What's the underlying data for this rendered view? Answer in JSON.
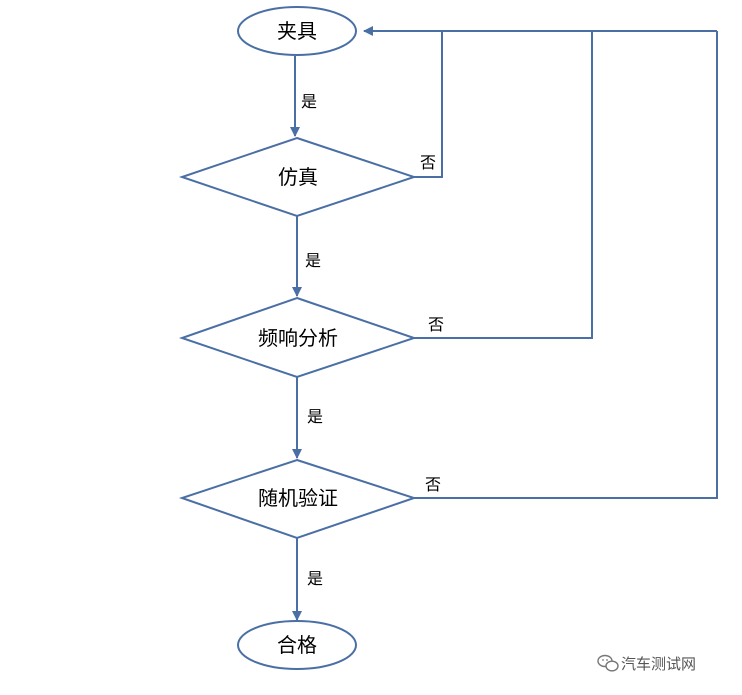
{
  "colors": {
    "line": "#4a6fa5",
    "node_fill": "#ffffff",
    "text": "#000000"
  },
  "nodes": {
    "fixture": "夹具",
    "simulation": "仿真",
    "frequency_response": "频响分析",
    "random_verification": "随机验证",
    "pass": "合格"
  },
  "edges": {
    "yes_1": "是",
    "yes_2": "是",
    "yes_3": "是",
    "yes_4": "是",
    "no_1": "否",
    "no_2": "否",
    "no_3": "否"
  },
  "watermark": {
    "icon": "wechat-icon",
    "text": "汽车测试网"
  }
}
